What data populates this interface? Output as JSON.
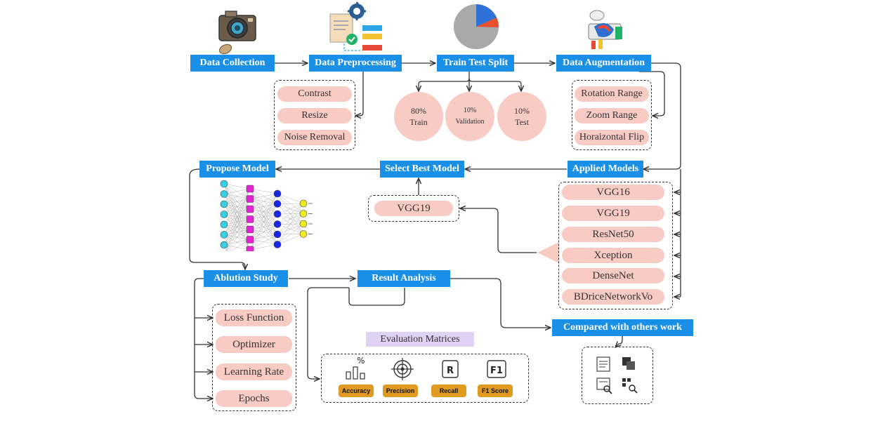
{
  "stages": {
    "data_collection": "Data Collection",
    "data_preprocessing": "Data Preprocessing",
    "train_test_split": "Train Test Split",
    "data_augmentation": "Data Augmentation",
    "propose_model": "Propose Model",
    "select_best_model": "Select Best Model",
    "applied_models": "Applied Models",
    "ablution_study": "Ablution Study",
    "result_analysis": "Result Analysis",
    "compared_with_others": "Compared with others work"
  },
  "preprocessing_steps": [
    "Contrast",
    "Resize",
    "Noise Removal"
  ],
  "split": [
    {
      "percent": "80%",
      "label": "Train"
    },
    {
      "percent": "10%",
      "label": "Validation"
    },
    {
      "percent": "10%",
      "label": "Test"
    }
  ],
  "augmentation_steps": [
    "Rotation Range",
    "Zoom Range",
    "Horaizontal Flip"
  ],
  "models": [
    "VGG16",
    "VGG19",
    "ResNet50",
    "Xception",
    "DenseNet",
    "BDriceNetworkVo"
  ],
  "best_model": "VGG19",
  "ablation_params": [
    "Loss Function",
    "Optimizer",
    "Learning Rate",
    "Epochs"
  ],
  "evaluation": {
    "title": "Evaluation Matrices",
    "metrics": [
      "Accuracy",
      "Precision",
      "Recall",
      "F1 Score"
    ],
    "icon_text": {
      "accuracy": "%",
      "recall": "R",
      "f1": "F1"
    }
  },
  "colors": {
    "stage_blue": "#1a8fe8",
    "pill_pink": "#f8cbc4",
    "metric_orange": "#e09a22",
    "eval_purple": "#e1d1f4"
  },
  "icons": [
    "camera-icon",
    "document-gear-icon",
    "pie-chart-icon",
    "augmentation-icon",
    "neural-network-icon",
    "comparison-icons"
  ]
}
